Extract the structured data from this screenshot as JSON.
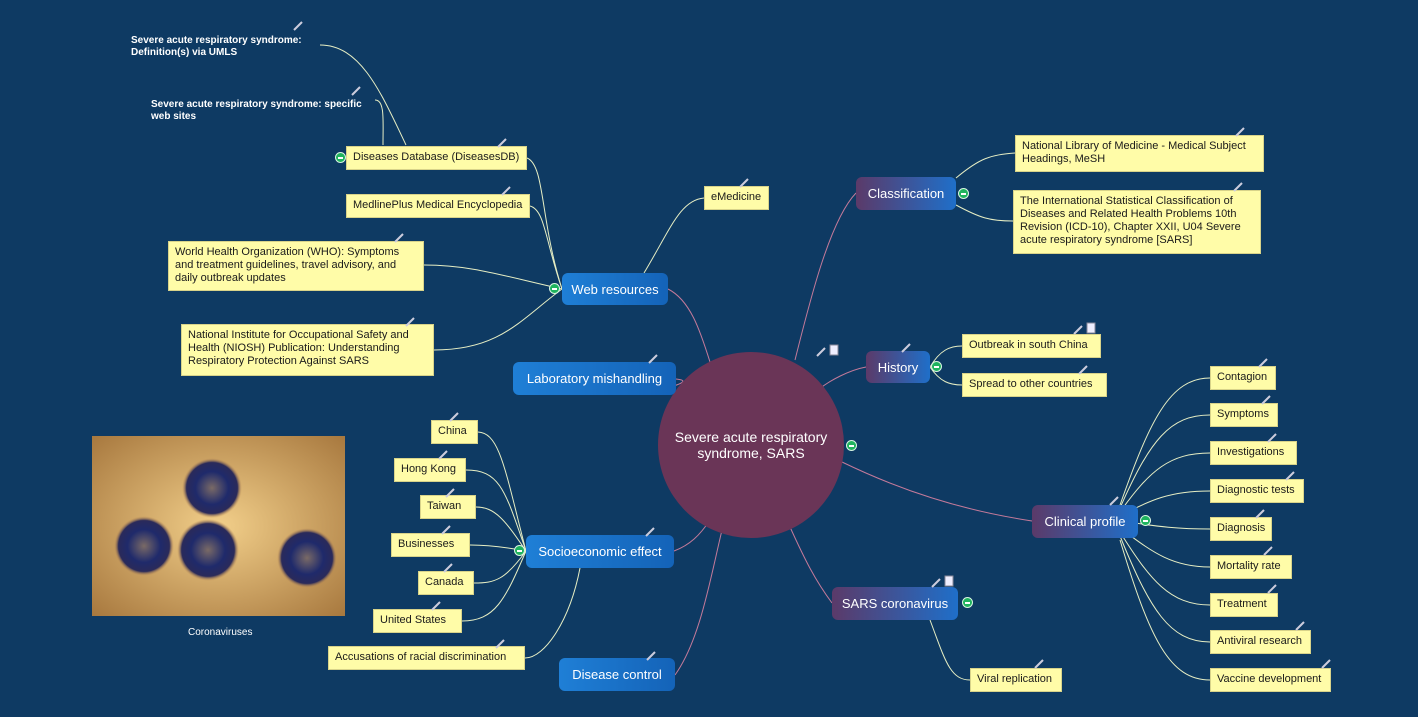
{
  "center": {
    "label": "Severe acute respiratory syndrome, SARS"
  },
  "topics": {
    "web_resources": "Web resources",
    "lab_mishandling": "Laboratory mishandling",
    "socioeconomic": "Socioeconomic effect",
    "disease_control": "Disease control",
    "classification": "Classification",
    "history": "History",
    "clinical_profile": "Clinical profile",
    "sars_coronavirus": "SARS coronavirus"
  },
  "web_notes": {
    "umls": "Severe acute respiratory syndrome: Definition(s) via UMLS",
    "specific_sites": "Severe acute respiratory syndrome: specific web sites",
    "diseasesdb": "Diseases Database (DiseasesDB)",
    "medlineplus": "MedlinePlus Medical Encyclopedia",
    "who": "World Health Organization (WHO): Symptoms and treatment guidelines, travel advisory, and daily outbreak updates",
    "niosh": "National Institute for Occupational Safety and Health (NIOSH) Publication: Understanding Respiratory Protection Against SARS",
    "emedicine": "eMedicine"
  },
  "socio_notes": {
    "china": "China",
    "hongkong": "Hong Kong",
    "taiwan": "Taiwan",
    "businesses": "Businesses",
    "canada": "Canada",
    "us": "United States",
    "racial": "Accusations of racial discrimination"
  },
  "classification_notes": {
    "mesh": "National Library of Medicine - Medical Subject Headings, MeSH",
    "icd": "The International Statistical Classification of Diseases and Related Health Problems 10th Revision (ICD-10), Chapter XXII, U04 Severe acute respiratory syndrome [SARS]"
  },
  "history_notes": {
    "outbreak": "Outbreak in south China",
    "spread": "Spread to other countries"
  },
  "clinical_notes": {
    "contagion": "Contagion",
    "symptoms": "Symptoms",
    "investigations": "Investigations",
    "diagnostic_tests": "Diagnostic tests",
    "diagnosis": "Diagnosis",
    "mortality": "Mortality rate",
    "treatment": "Treatment",
    "antiviral": "Antiviral research",
    "vaccine": "Vaccine development"
  },
  "coronavirus_notes": {
    "viral_replication": "Viral replication"
  },
  "image": {
    "caption": "Coronaviruses"
  },
  "colors": {
    "background": "#0e3a63",
    "note": "#fffca8",
    "center": "#6a3557",
    "link_dark": "#c47a9a",
    "link_light": "#e8f0c8"
  }
}
